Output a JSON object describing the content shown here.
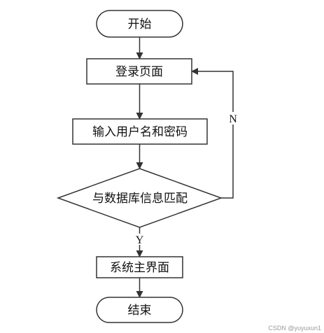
{
  "flowchart": {
    "nodes": {
      "start": "开始",
      "login_page": "登录页面",
      "input_credentials": "输入用户名和密码",
      "match_database": "与数据库信息匹配",
      "system_main": "系统主界面",
      "end": "结束"
    },
    "edges": {
      "no_label": "N",
      "yes_label": "Y"
    }
  },
  "watermark": "CSDN @yuyuxun1"
}
